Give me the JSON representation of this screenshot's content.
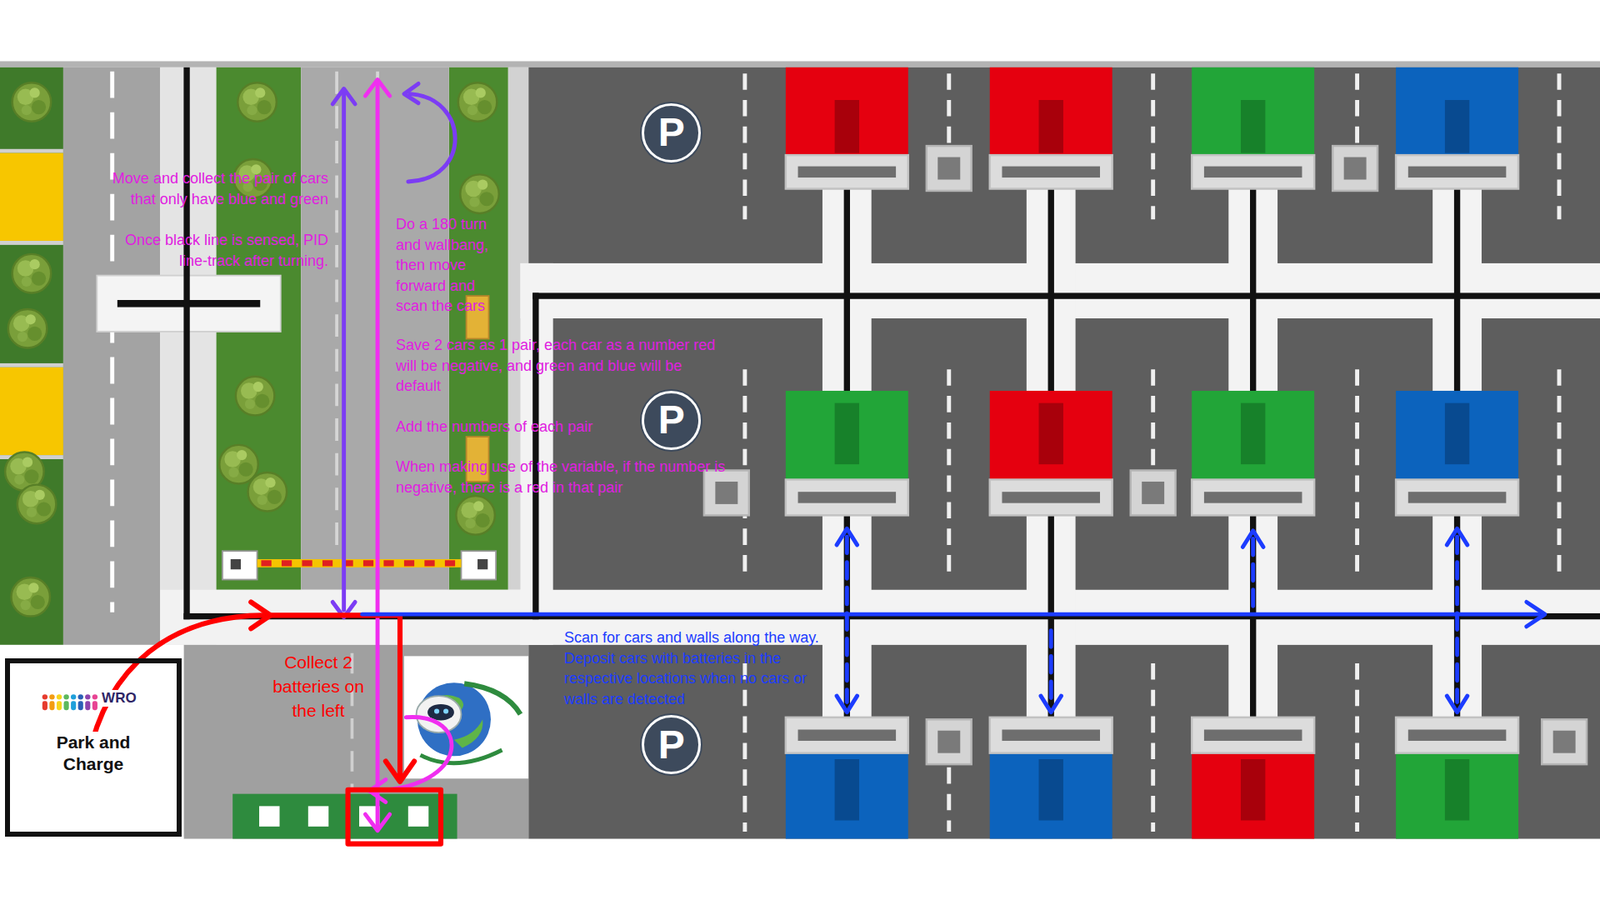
{
  "diagram": {
    "nodes": [
      {
        "text": [
          "P"
        ]
      },
      {
        "text": [
          "P"
        ]
      },
      {
        "text": [
          "WRO",
          "Park and Charge"
        ]
      },
      {
        "text": [
          "P"
        ]
      }
    ],
    "labels": [
      "Move and collect the pair of cars that only have blue and green",
      "Do a 180 turn and wallbang, then move forward and scan the cars",
      "Once black line is sensed, PID line-track after turning.",
      "Save 2 cars as 1 pair, each car as a number red will be negative, and green and blue will be default",
      "Add the numbers of each pair",
      "When making use of the variable, if the number is negative, there is a red in that pair",
      "Scan for cars and walls along the way. Deposit cars with batteries in the respective locations when no cars or walls are detected",
      "Collect 2 batteries on the left"
    ]
  }
}
